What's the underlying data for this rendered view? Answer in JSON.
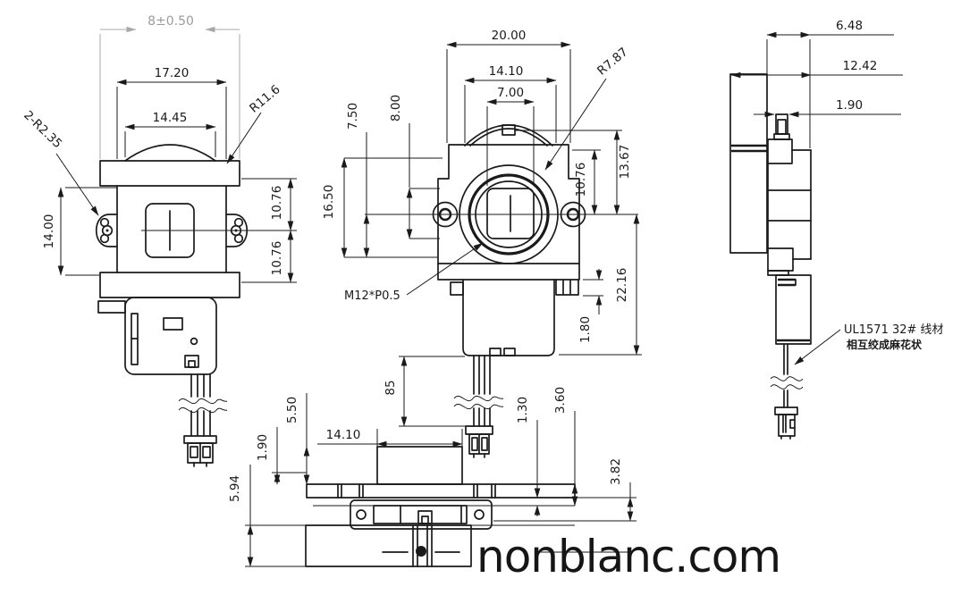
{
  "drawing": {
    "watermark": "nonblanc.com",
    "colors": {
      "line": "#1a1a1a",
      "reference_dim": "#9b9b9b",
      "background": "#ffffff"
    },
    "left_view": {
      "ref_width": "8±0.50",
      "cap_width": "17.20",
      "lens_width": "14.45",
      "cap_radius": "R11.6",
      "ear_radius": "2-R2.35",
      "body_height": "14.00",
      "upper_half": "10.76",
      "lower_half": "10.76"
    },
    "center_view": {
      "body_width": "20.00",
      "holder_width": "14.10",
      "sensor_width": "7.00",
      "holder_radius": "R7.87",
      "dim_7_50": "7.50",
      "dim_8_00": "8.00",
      "body_height": "16.50",
      "thread_note": "M12*P0.5",
      "upper_half": "10.76",
      "top_height": "13.67",
      "total_height": "22.16",
      "pin_length": "1.80",
      "wire_length": "85"
    },
    "bottom_view": {
      "dim_5_50": "5.50",
      "dim_1_90": "1.90",
      "dim_5_94": "5.94",
      "width": "14.10",
      "dim_1_30": "1.30",
      "dim_3_60": "3.60",
      "dim_3_82": "3.82"
    },
    "right_view": {
      "dim_6_48": "6.48",
      "dim_12_42": "12.42",
      "stub_width": "1.90",
      "wire_note_line1": "UL1571  32#  线材",
      "wire_note_line2": "相互绞成麻花状"
    }
  }
}
